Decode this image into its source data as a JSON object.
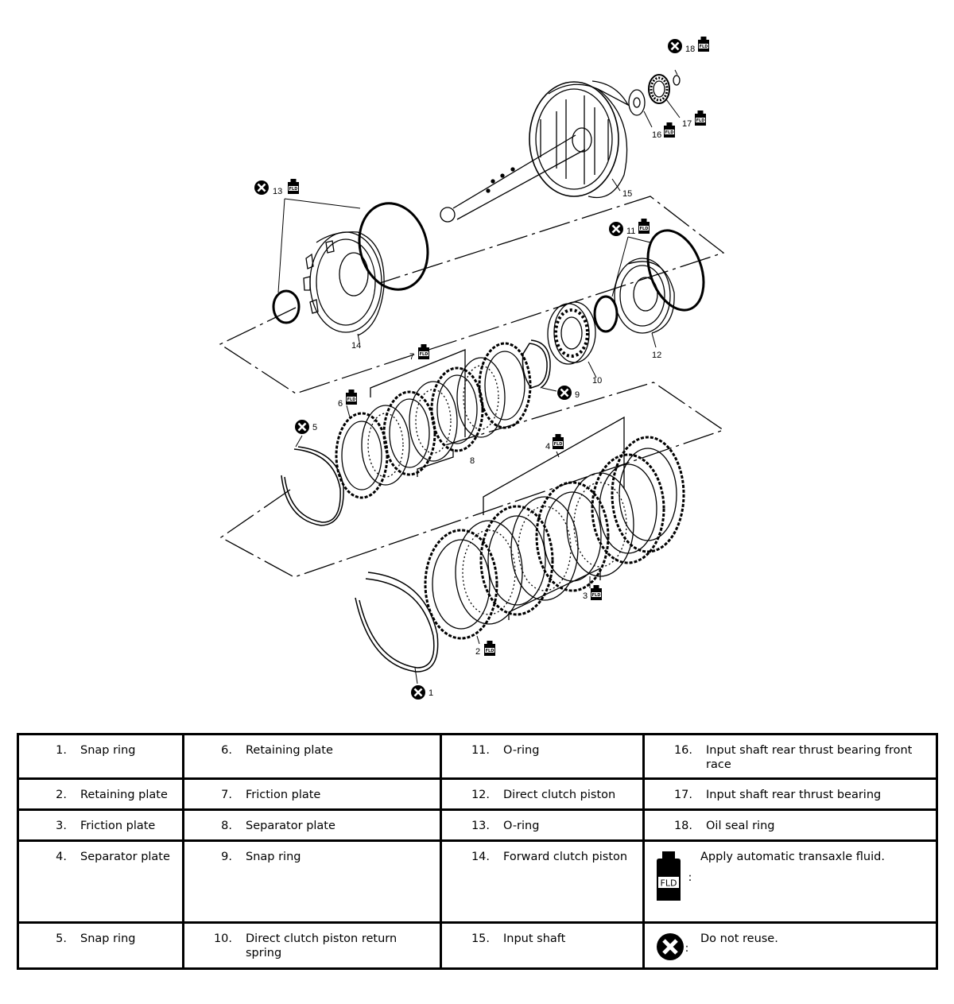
{
  "parts": [
    {
      "num": "1.",
      "label": "Snap ring"
    },
    {
      "num": "2.",
      "label": "Retaining plate"
    },
    {
      "num": "3.",
      "label": "Friction plate"
    },
    {
      "num": "4.",
      "label": "Separator plate"
    },
    {
      "num": "5.",
      "label": "Snap ring"
    },
    {
      "num": "6.",
      "label": "Retaining plate"
    },
    {
      "num": "7.",
      "label": "Friction plate"
    },
    {
      "num": "8.",
      "label": "Separator plate"
    },
    {
      "num": "9.",
      "label": "Snap ring"
    },
    {
      "num": "10.",
      "label": "Direct clutch piston return spring"
    },
    {
      "num": "11.",
      "label": "O-ring"
    },
    {
      "num": "12.",
      "label": "Direct clutch piston"
    },
    {
      "num": "13.",
      "label": "O-ring"
    },
    {
      "num": "14.",
      "label": "Forward clutch piston"
    },
    {
      "num": "15.",
      "label": "Input shaft"
    },
    {
      "num": "16.",
      "label": "Input shaft rear thrust bearing front race"
    },
    {
      "num": "17.",
      "label": "Input shaft rear thrust bearing"
    },
    {
      "num": "18.",
      "label": "Oil seal ring"
    }
  ],
  "symbols": {
    "fluid": {
      "icon": "fluid-bottle-icon",
      "badge": "FLD",
      "colon": ":",
      "label": "Apply automatic transaxle fluid."
    },
    "no_reuse": {
      "icon": "do-not-reuse-icon",
      "colon": ":",
      "label": "Do not reuse."
    }
  },
  "callouts": {
    "c1": "1",
    "c2": "2",
    "c3": "3",
    "c4": "4",
    "c5": "5",
    "c6": "6",
    "c7": "7",
    "c8": "8",
    "c9": "9",
    "c10": "10",
    "c11": "11",
    "c12": "12",
    "c13": "13",
    "c14": "14",
    "c15": "15",
    "c16": "16",
    "c17": "17",
    "c18": "18"
  },
  "colors": {
    "line": "#000000",
    "background": "#ffffff"
  }
}
